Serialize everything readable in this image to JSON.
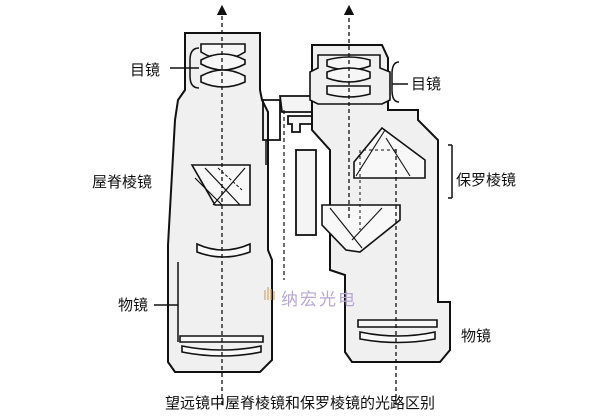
{
  "diagram": {
    "left_labels": {
      "eyepiece": "目镜",
      "roof_prism": "屋脊棱镜",
      "objective": "物镜"
    },
    "right_labels": {
      "eyepiece": "目镜",
      "porro_prism": "保罗棱镜",
      "objective": "物镜"
    },
    "watermark": "纳宏光电",
    "caption": "望远镜中屋脊棱镜和保罗棱镜的光路区别"
  },
  "colors": {
    "body_fill": "#f0f0f0",
    "outline": "#111111",
    "glass": "#f4f4f4",
    "watermark": "#b9a7d6"
  }
}
